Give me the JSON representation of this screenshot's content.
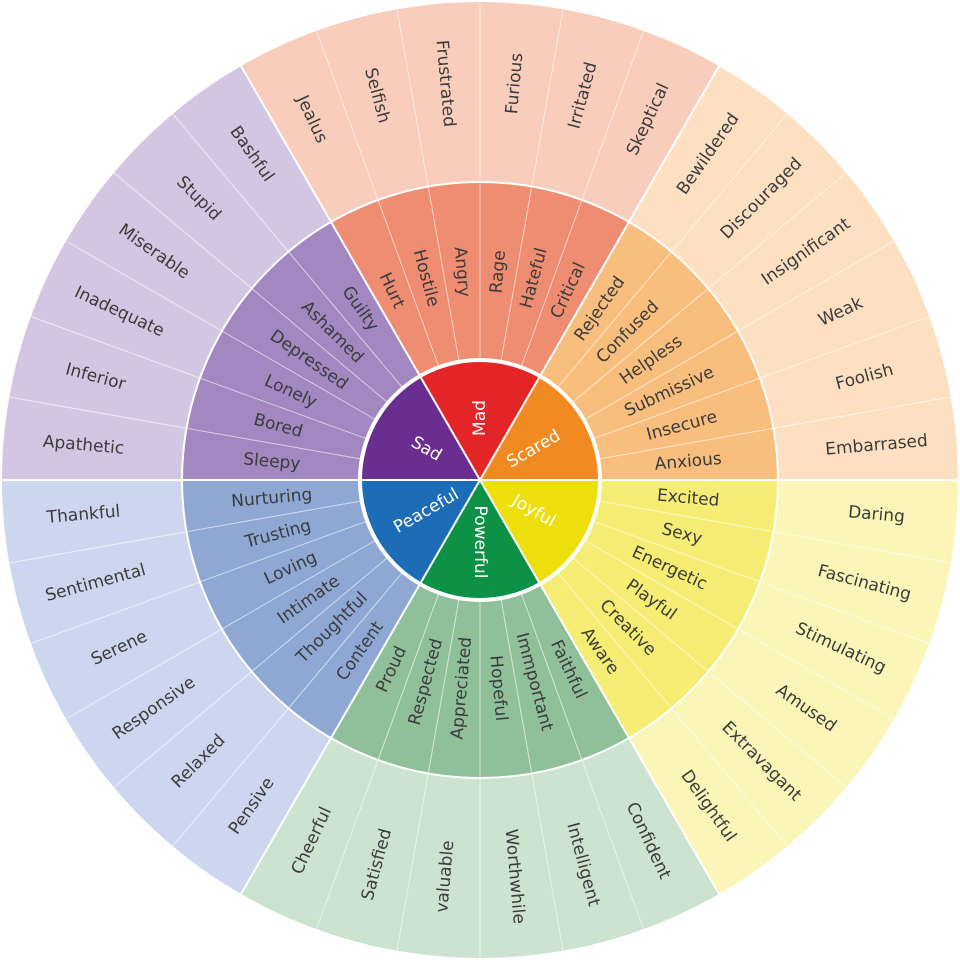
{
  "wheel": {
    "sectors": [
      {
        "core": "Mad",
        "core_color": "#e32527",
        "mid_color": "#ef8d72",
        "outer_color": "#f8cdbc",
        "secondary": [
          "Hurt",
          "Hostile",
          "Angry",
          "Rage",
          "Hateful",
          "Critical"
        ],
        "tertiary": [
          "Jealus",
          "Selfish",
          "Frustrated",
          "Furious",
          "Irritated",
          "Skeptical"
        ]
      },
      {
        "core": "Scared",
        "core_color": "#f18b21",
        "mid_color": "#f8be7d",
        "outer_color": "#fde0c1",
        "secondary": [
          "Rejected",
          "Confused",
          "Helpless",
          "Submissive",
          "Insecure",
          "Anxious"
        ],
        "tertiary": [
          "Bewildered",
          "Discouraged",
          "Insignificant",
          "Weak",
          "Foolish",
          "Embarrased"
        ]
      },
      {
        "core": "Joyful",
        "core_color": "#ecdf0b",
        "mid_color": "#f6ee74",
        "outer_color": "#fbf5b8",
        "secondary": [
          "Excited",
          "Sexy",
          "Energetic",
          "Playful",
          "Creative",
          "Aware"
        ],
        "tertiary": [
          "Daring",
          "Fascinating",
          "Stimulating",
          "Amused",
          "Extravagant",
          "Delightful"
        ]
      },
      {
        "core": "Powerful",
        "core_color": "#0d9146",
        "mid_color": "#8fc09a",
        "outer_color": "#cbe3cf",
        "secondary": [
          "Faithful",
          "Immportant",
          "Hopeful",
          "Appreciated",
          "Respected",
          "Proud"
        ],
        "tertiary": [
          "Confident",
          "Intelligent",
          "Worthwhile",
          "valuable",
          "Satisfied",
          "Cheerful"
        ]
      },
      {
        "core": "Peaceful",
        "core_color": "#1c6db5",
        "mid_color": "#8ea7d3",
        "outer_color": "#ccd6ee",
        "secondary": [
          "Content",
          "Thoughtful",
          "Intimate",
          "Loving",
          "Trusting",
          "Nurturing"
        ],
        "tertiary": [
          "Pensive",
          "Relaxed",
          "Responsive",
          "Serene",
          "Sentimental",
          "Thankful"
        ]
      },
      {
        "core": "Sad",
        "core_color": "#6a2e90",
        "mid_color": "#a287c0",
        "outer_color": "#d3c6e2",
        "secondary": [
          "Sleepy",
          "Bored",
          "Lonely",
          "Depressed",
          "Ashamed",
          "Guilty"
        ],
        "tertiary": [
          "Apathetic",
          "Inferior",
          "Inadequate",
          "Miserable",
          "Stupid",
          "Bashful"
        ]
      }
    ]
  }
}
